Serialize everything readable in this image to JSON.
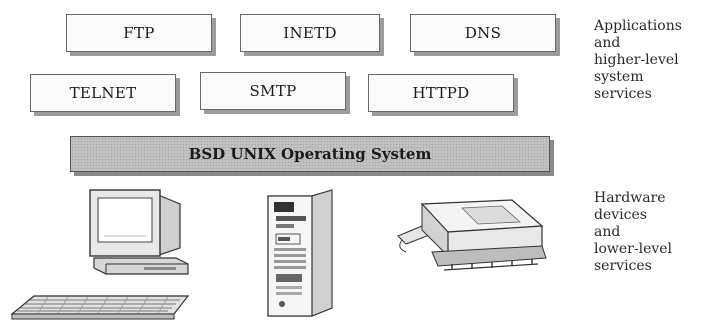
{
  "services_top": [
    "FTP",
    "INETD",
    "DNS"
  ],
  "services_bottom": [
    "TELNET",
    "SMTP",
    "HTTPD"
  ],
  "os_label": "BSD UNIX Operating System",
  "labels": {
    "applications": "Applications\nand\nhigher-level\nsystem\nservices",
    "hardware": "Hardware\ndevices\nand\nlower-level\nservices"
  },
  "devices": [
    "computer-terminal",
    "keyboard",
    "server-tower",
    "printer"
  ]
}
